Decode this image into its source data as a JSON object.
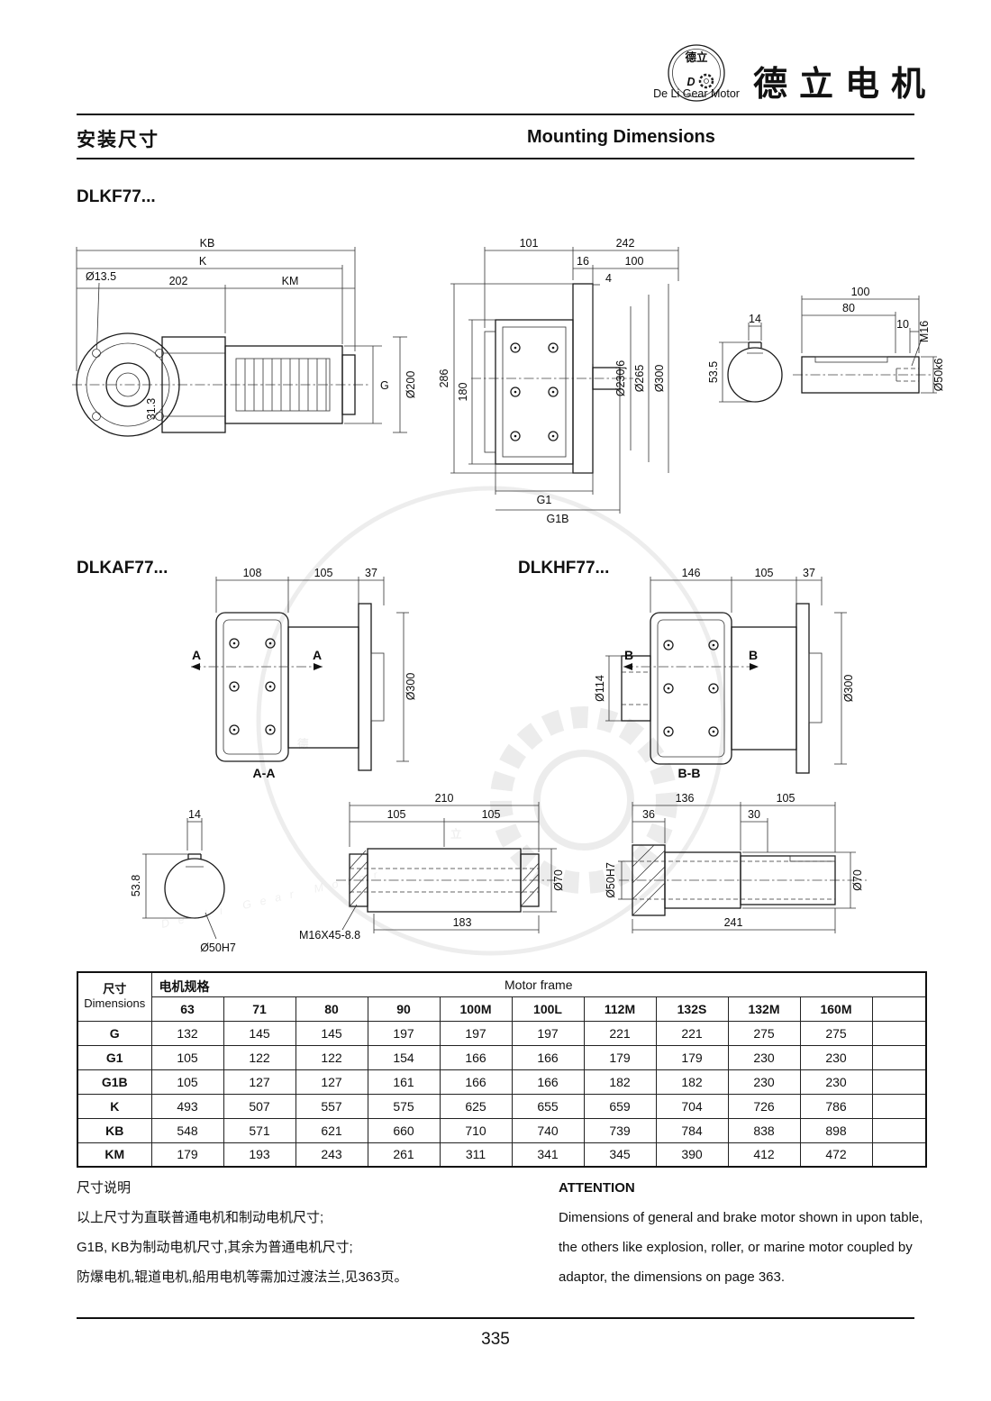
{
  "header": {
    "brand": "德立电机",
    "title_cn": "安装尺寸",
    "title_en": "Mounting Dimensions",
    "logo": {
      "small_cn": "德立",
      "d": "D",
      "motto": "De Li Gear Motor"
    }
  },
  "models": {
    "dlkf77": "DLKF77...",
    "dlkaf77": "DLKAF77...",
    "dlkhf77": "DLKHF77..."
  },
  "sections": {
    "aa": "A-A",
    "bb": "B-B"
  },
  "dims": {
    "f77_side": {
      "kb": "KB",
      "k": "K",
      "d135": "Ø13.5",
      "l202": "202",
      "km": "KM",
      "a313": "31.3",
      "g": "G",
      "d200": "Ø200"
    },
    "f77_front": {
      "l101": "101",
      "l242": "242",
      "l16": "16",
      "l100": "100",
      "l4": "4",
      "h286": "286",
      "h180": "180",
      "d230": "Ø230j6",
      "d265": "Ø265",
      "d300": "Ø300",
      "g1": "G1",
      "g1b": "G1B"
    },
    "f77_shaft": {
      "w14": "14",
      "h535": "53.5",
      "l100": "100",
      "l80": "80",
      "l10": "10",
      "m16": "M16",
      "d50": "Ø50k6"
    },
    "af77": {
      "l108": "108",
      "l105": "105",
      "l37": "37",
      "a": "A",
      "d300": "Ø300"
    },
    "hf77": {
      "l146": "146",
      "l105": "105",
      "l37": "37",
      "d114": "Ø114",
      "b": "B",
      "d300": "Ø300"
    },
    "aa": {
      "w14": "14",
      "h538": "53.8",
      "d50": "Ø50H7",
      "l210": "210",
      "l105a": "105",
      "l105b": "105",
      "d70": "Ø70",
      "m16": "M16X45-8.8",
      "l183": "183"
    },
    "bb": {
      "l136": "136",
      "l105": "105",
      "l36": "36",
      "l30": "30",
      "d50": "Ø50H7",
      "d70": "Ø70",
      "l241": "241"
    }
  },
  "table": {
    "dim_cn": "尺寸",
    "dim_en": "Dimensions",
    "spec_cn": "电机规格",
    "frame_en": "Motor frame",
    "columns": [
      "63",
      "71",
      "80",
      "90",
      "100M",
      "100L",
      "112M",
      "132S",
      "132M",
      "160M"
    ],
    "rows": [
      {
        "label": "G",
        "values": [
          "132",
          "145",
          "145",
          "197",
          "197",
          "197",
          "221",
          "221",
          "275",
          "275"
        ]
      },
      {
        "label": "G1",
        "values": [
          "105",
          "122",
          "122",
          "154",
          "166",
          "166",
          "179",
          "179",
          "230",
          "230"
        ]
      },
      {
        "label": "G1B",
        "values": [
          "105",
          "127",
          "127",
          "161",
          "166",
          "166",
          "182",
          "182",
          "230",
          "230"
        ]
      },
      {
        "label": "K",
        "values": [
          "493",
          "507",
          "557",
          "575",
          "625",
          "655",
          "659",
          "704",
          "726",
          "786"
        ]
      },
      {
        "label": "KB",
        "values": [
          "548",
          "571",
          "621",
          "660",
          "710",
          "740",
          "739",
          "784",
          "838",
          "898"
        ]
      },
      {
        "label": "KM",
        "values": [
          "179",
          "193",
          "243",
          "261",
          "311",
          "341",
          "345",
          "390",
          "412",
          "472"
        ]
      }
    ]
  },
  "notes": {
    "cn_title": "尺寸说明",
    "cn_lines": [
      "以上尺寸为直联普通电机和制动电机尺寸;",
      "G1B, KB为制动电机尺寸,其余为普通电机尺寸;",
      "防爆电机,辊道电机,船用电机等需加过渡法兰,见363页。"
    ],
    "en_title": "ATTENTION",
    "en_lines": [
      "Dimensions of general and brake motor shown in upon table,",
      "the others like explosion, roller, or marine motor coupled by",
      "adaptor, the dimensions on page 363."
    ]
  },
  "watermark": {
    "cn1": "德",
    "cn2": "立",
    "en": "De Li Gear Motor"
  },
  "page_number": "335"
}
